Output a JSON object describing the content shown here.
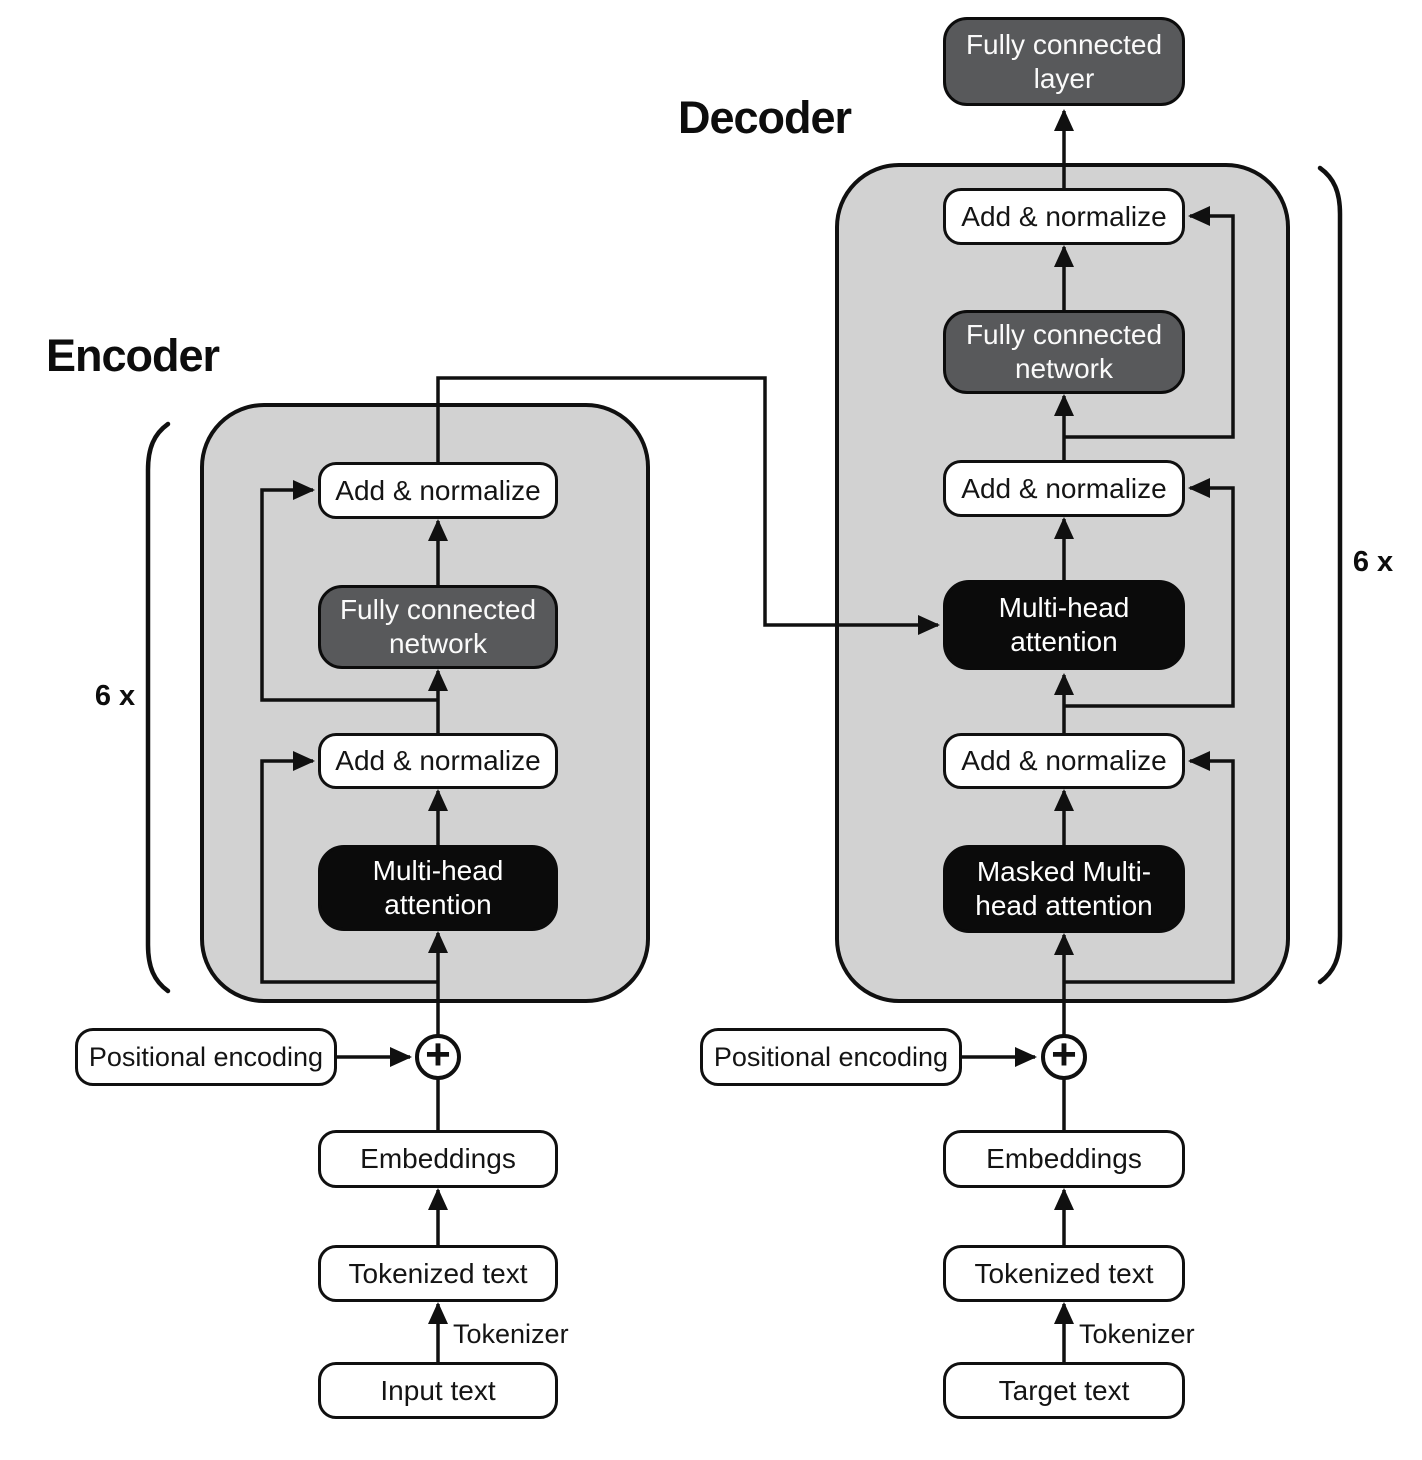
{
  "encoder": {
    "title": "Encoder",
    "repeat_label": "6 x",
    "block": {
      "add_norm_top": "Add & normalize",
      "fully_connected": "Fully connected network",
      "add_norm_mid": "Add & normalize",
      "attention": "Multi-head attention"
    },
    "positional_encoding": "Positional encoding",
    "plus": "+",
    "embeddings": "Embeddings",
    "tokenized_text": "Tokenized text",
    "tokenizer": "Tokenizer",
    "input_text": "Input text"
  },
  "decoder": {
    "title": "Decoder",
    "repeat_label": "6 x",
    "output_layer": "Fully connected layer",
    "block": {
      "add_norm_top": "Add & normalize",
      "fully_connected": "Fully connected network",
      "add_norm_mid": "Add & normalize",
      "cross_attention": "Multi-head attention",
      "add_norm_bottom": "Add & normalize",
      "masked_attention": "Masked Multi-head attention"
    },
    "positional_encoding": "Positional encoding",
    "plus": "+",
    "embeddings": "Embeddings",
    "tokenized_text": "Tokenized text",
    "tokenizer": "Tokenizer",
    "input_text": "Target text"
  },
  "colors": {
    "canvas-bg": "#ffffff",
    "container-fill": "#d2d2d2",
    "dark-fill": "#58595b",
    "black-fill": "#0b0b0b",
    "white-fill": "#ffffff",
    "line": "#101010",
    "text-dark": "#141414",
    "text-light": "#fafafa"
  }
}
